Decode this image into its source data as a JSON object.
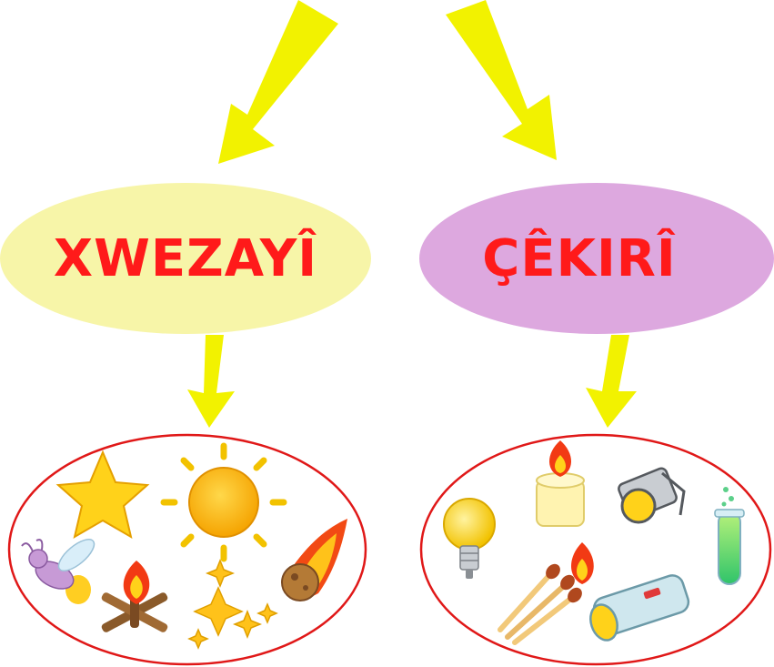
{
  "categories": [
    {
      "id": "natural",
      "label": "XWEZAYÎ",
      "ellipse_color": "#f7f5a8",
      "text_color": "#ff1a1a",
      "items": [
        "star",
        "sun",
        "firefly",
        "campfire",
        "sparkles",
        "meteor"
      ]
    },
    {
      "id": "artificial",
      "label": "ÇÊKIRÎ",
      "ellipse_color": "#dda8df",
      "text_color": "#ff1a1a",
      "items": [
        "candle",
        "spotlight",
        "light-bulb",
        "test-tube",
        "matches",
        "flashlight"
      ]
    }
  ],
  "colors": {
    "arrow": "#f2f200",
    "group_border": "#e01818"
  }
}
